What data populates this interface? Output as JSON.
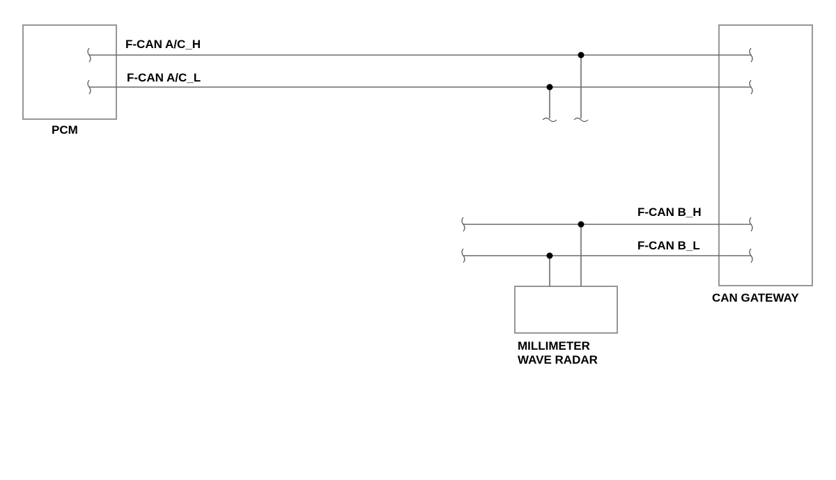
{
  "modules": {
    "pcm": "PCM",
    "can_gateway": "CAN GATEWAY",
    "radar_line1": "MILLIMETER",
    "radar_line2": "WAVE RADAR"
  },
  "signals": {
    "fcan_ac_h": "F-CAN A/C_H",
    "fcan_ac_l": "F-CAN A/C_L",
    "fcan_b_h": "F-CAN B_H",
    "fcan_b_l": "F-CAN B_L"
  },
  "colors": {
    "wire": "#6a6a6a",
    "box": "#8a8a8a",
    "splice": "#000000"
  }
}
